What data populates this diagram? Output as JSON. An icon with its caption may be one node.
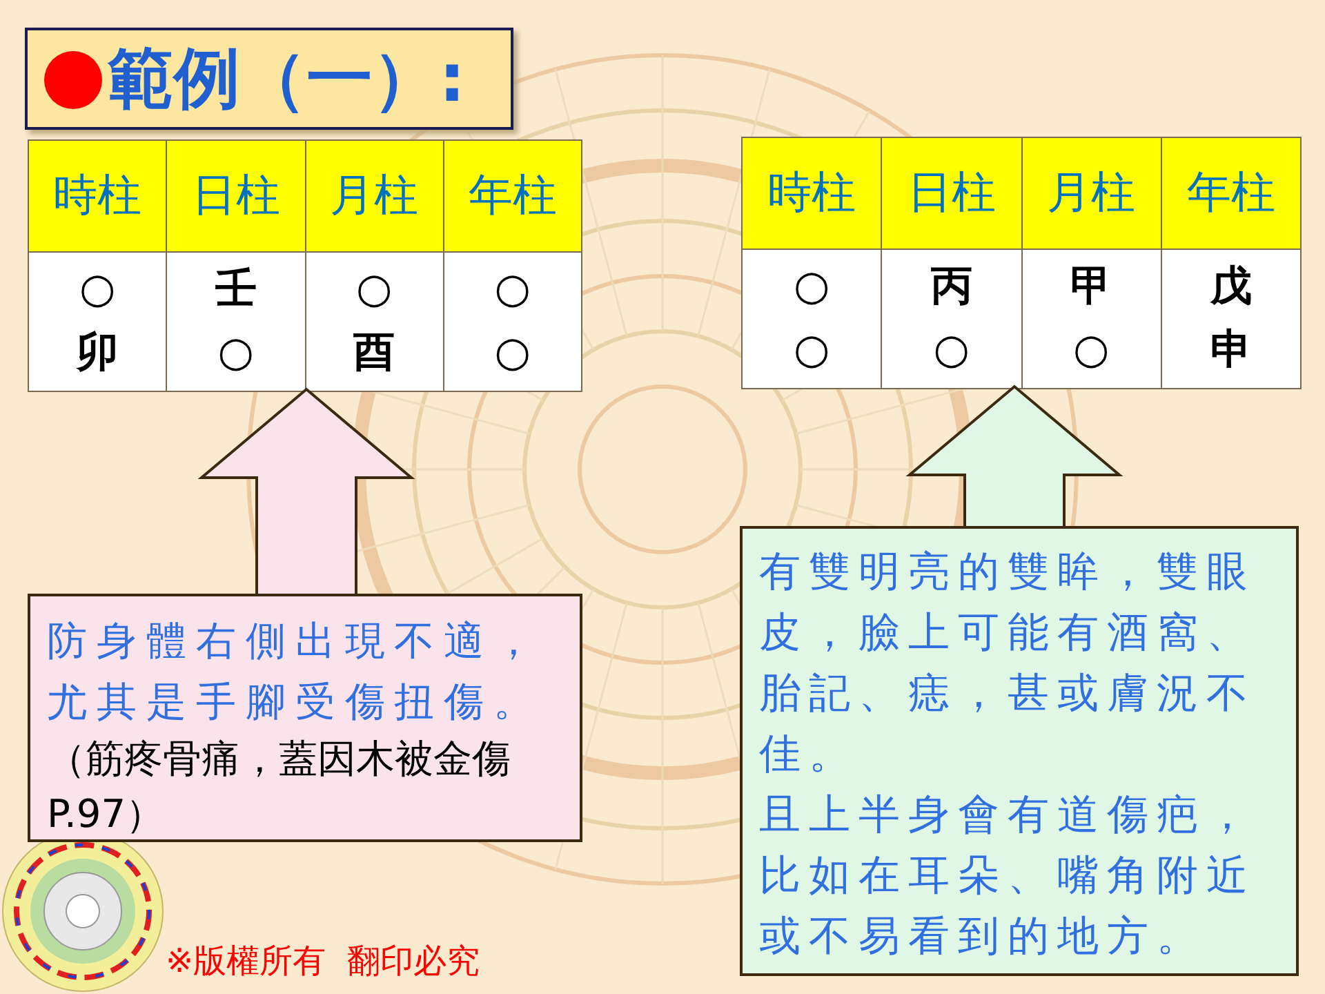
{
  "diagram": {
    "title": "範例（一）:",
    "nodes": [
      {
        "text": [],
        "shape": "box"
      },
      {
        "text": [],
        "shape": "box"
      },
      {
        "text": [
          "防身體右側出現不適，尤其是手腳受傷扭傷。",
          "（筋疼骨痛，蓋因木被金傷P.97）"
        ]
      },
      {
        "text": [
          "有雙明亮的雙眸，雙眼皮，臉上可能有酒窩、胎記、痣，甚或膚況不佳。",
          "且上半身會有道傷疤，比如在耳朵、嘴角附近或不易看到的地方。"
        ]
      }
    ],
    "edges": [
      {
        "from": 2,
        "to": 0,
        "arrow": "to"
      },
      {
        "from": 3,
        "to": 1,
        "arrow": "to"
      }
    ],
    "labels": [
      "時柱",
      "日柱",
      "月柱",
      "年柱",
      "○",
      "壬",
      "○",
      "○",
      "卯",
      "○",
      "酉",
      "○",
      "時柱",
      "日柱",
      "月柱",
      "年柱",
      "○",
      "丙",
      "甲",
      "戊",
      "○",
      "○",
      "○",
      "申",
      "※版權所有  翻印必究"
    ]
  }
}
